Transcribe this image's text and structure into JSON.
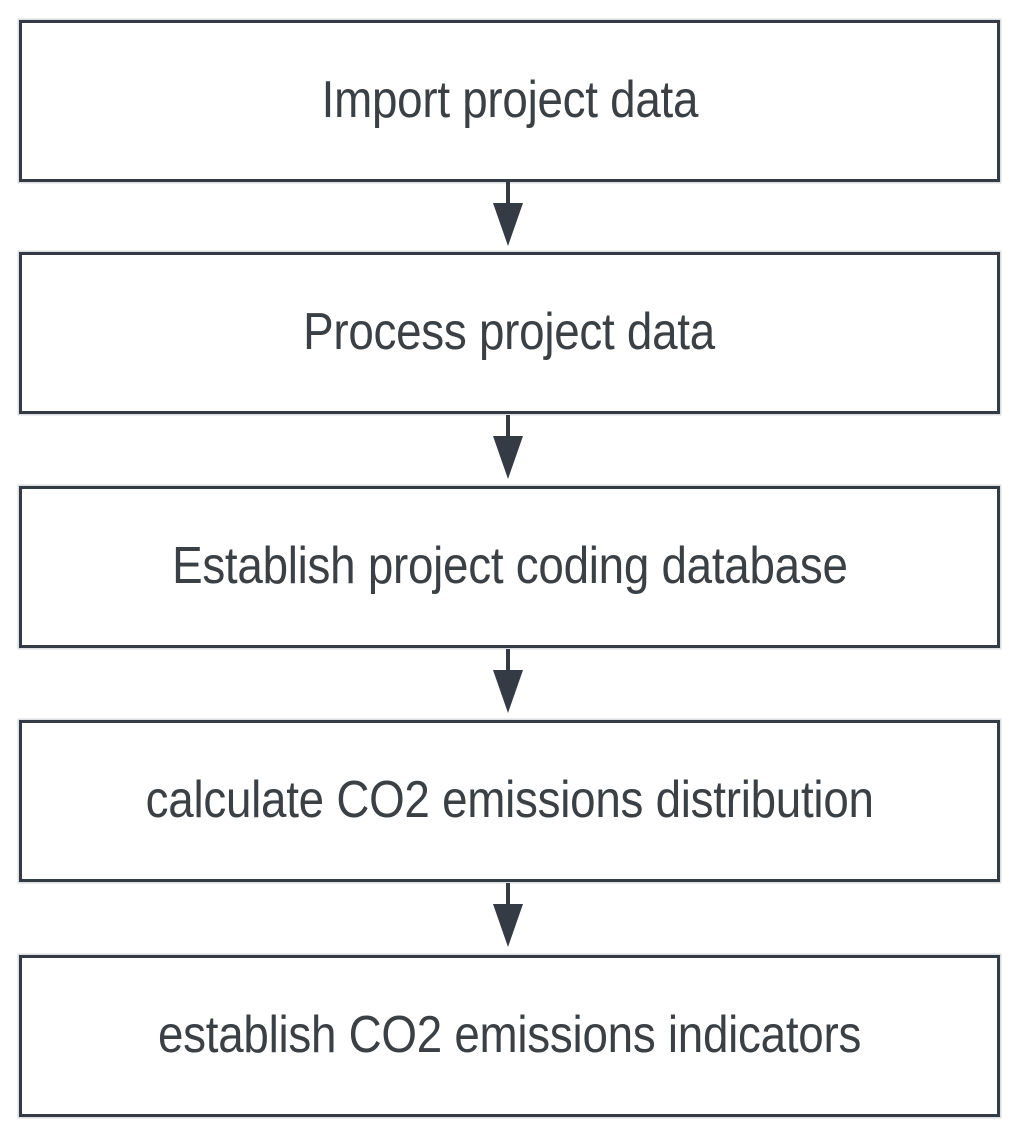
{
  "diagram": {
    "type": "vertical-process-flowchart",
    "orientation": "top-to-bottom",
    "node_count": 5,
    "connector_count": 4,
    "colors": {
      "background": "#ffffff",
      "box_fill": "#ffffff",
      "box_border": "#343b44",
      "box_shadow": "#bec3c8",
      "text": "#3b4045",
      "arrow": "#343b44"
    },
    "nodes": [
      {
        "id": "step-1",
        "label": "Import project data"
      },
      {
        "id": "step-2",
        "label": "Process project data"
      },
      {
        "id": "step-3",
        "label": "Establish project coding database"
      },
      {
        "id": "step-4",
        "label": "calculate CO2 emissions distribution"
      },
      {
        "id": "step-5",
        "label": "establish CO2 emissions indicators"
      }
    ],
    "connectors": [
      {
        "id": "connector-1",
        "from": "step-1",
        "to": "step-2",
        "icon": "arrow-down-icon"
      },
      {
        "id": "connector-2",
        "from": "step-2",
        "to": "step-3",
        "icon": "arrow-down-icon"
      },
      {
        "id": "connector-3",
        "from": "step-3",
        "to": "step-4",
        "icon": "arrow-down-icon"
      },
      {
        "id": "connector-4",
        "from": "step-4",
        "to": "step-5",
        "icon": "arrow-down-icon"
      }
    ]
  }
}
